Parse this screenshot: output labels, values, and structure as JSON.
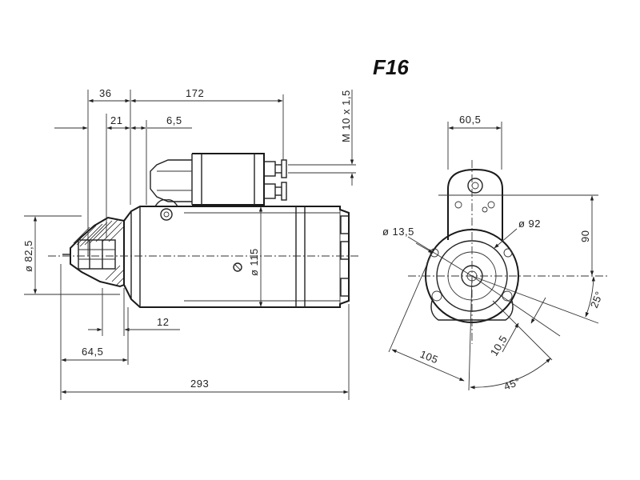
{
  "title": "F16",
  "side_view": {
    "dim_36": "36",
    "dim_172": "172",
    "dim_21": "21",
    "dim_6_5": "6,5",
    "dim_thread": "M 10 x 1,5",
    "dim_dia_82_5": "ø 82,5",
    "dim_dia_115": "ø 115",
    "dim_12": "12",
    "dim_64_5": "64,5",
    "dim_293": "293"
  },
  "front_view": {
    "dim_60_5": "60,5",
    "dim_dia_13_5": "ø 13,5",
    "dim_dia_92": "ø 92",
    "dim_90": "90",
    "dim_25deg": "25°",
    "dim_105": "105",
    "dim_10_5": "10,5",
    "dim_45deg": "45°"
  }
}
